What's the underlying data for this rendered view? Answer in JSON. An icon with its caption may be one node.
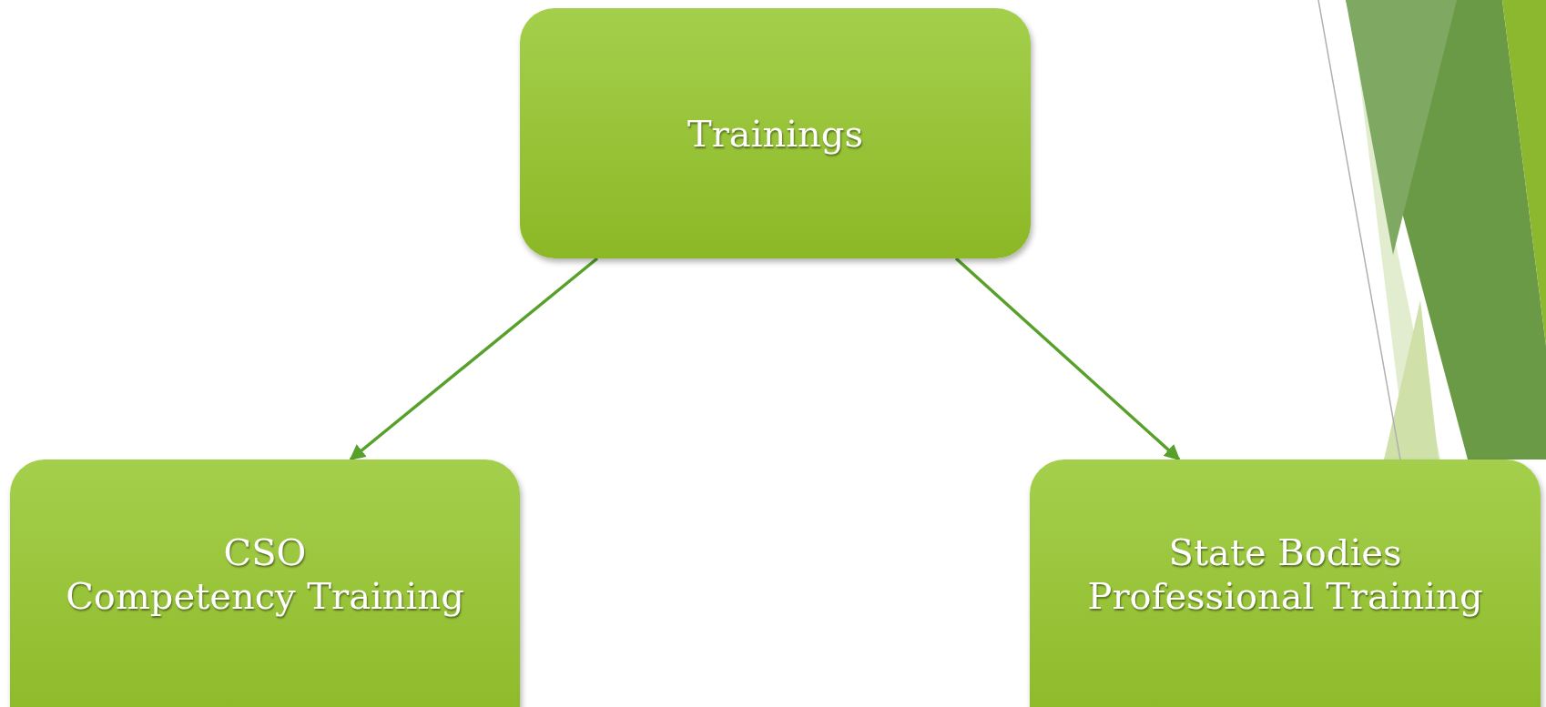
{
  "diagram": {
    "nodes": [
      {
        "text": [
          "Trainings"
        ]
      },
      {
        "text": [
          "CSO",
          "Competency Training"
        ]
      },
      {
        "text": [
          "State Bodies",
          "Professional Training"
        ]
      }
    ],
    "edges": [
      {
        "from": 0,
        "to": 1,
        "arrow": "to"
      },
      {
        "from": 0,
        "to": 2,
        "arrow": "to"
      }
    ]
  }
}
